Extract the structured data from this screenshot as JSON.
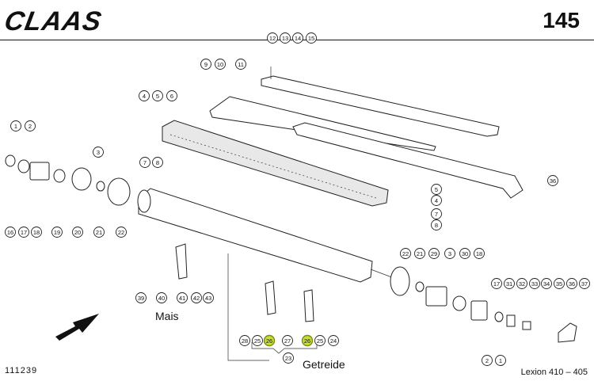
{
  "header": {
    "brand": "CLAAS",
    "page_number": "145"
  },
  "footer": {
    "drawing_id": "111239",
    "model": "Lexion 410 – 405"
  },
  "labels": {
    "maize": "Mais",
    "grain": "Getreide"
  },
  "highlight_color": "#c9dd39",
  "highlighted_parts": [
    "26"
  ],
  "callouts": [
    "12",
    "13",
    "14",
    "15",
    "9",
    "10",
    "11",
    "4",
    "5",
    "6",
    "7",
    "8",
    "1",
    "2",
    "3",
    "36",
    "16",
    "17",
    "18",
    "19",
    "20",
    "21",
    "22",
    "39",
    "40",
    "41",
    "42",
    "43",
    "28",
    "25",
    "26",
    "27",
    "24",
    "23",
    "29",
    "30",
    "31",
    "32",
    "33",
    "34",
    "35",
    "37"
  ]
}
